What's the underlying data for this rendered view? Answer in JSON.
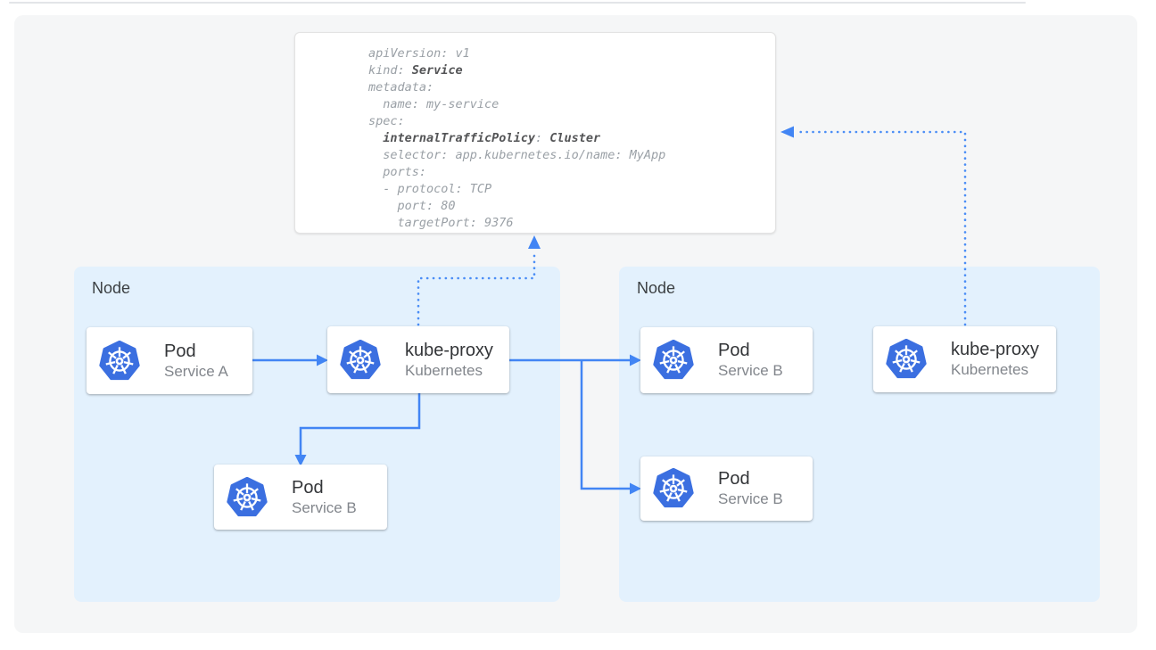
{
  "colors": {
    "arrow_blue": "#4285f4",
    "node_background": "#e3f1fd",
    "kubernetes_icon_blue": "#3b6fe0",
    "panel_background": "#f5f6f7",
    "code_regular": "#9aa0a6",
    "code_bold": "#545557"
  },
  "icons": {
    "kubernetes": "kubernetes-wheel-logo"
  },
  "yaml_card": {
    "l1": "apiVersion: v1",
    "l2_key": "kind: ",
    "l2_val": "Service",
    "l3": "metadata:",
    "l4": "  name: my-service",
    "l5": "spec:",
    "l6_indent": "  ",
    "l6_key": "internalTrafficPolicy",
    "l6_sep": ": ",
    "l6_val": "Cluster",
    "l7": "  selector: app.kubernetes.io/name: MyApp",
    "l8": "  ports:",
    "l9": "  - protocol: TCP",
    "l10": "    port: 80",
    "l11": "    targetPort: 9376"
  },
  "left_node": {
    "label": "Node",
    "cards": [
      {
        "title": "Pod",
        "subtitle": "Service A"
      },
      {
        "title": "kube-proxy",
        "subtitle": "Kubernetes"
      },
      {
        "title": "Pod",
        "subtitle": "Service B"
      }
    ]
  },
  "right_node": {
    "label": "Node",
    "cards": [
      {
        "title": "Pod",
        "subtitle": "Service B"
      },
      {
        "title": "Pod",
        "subtitle": "Service B"
      },
      {
        "title": "kube-proxy",
        "subtitle": "Kubernetes"
      }
    ]
  }
}
